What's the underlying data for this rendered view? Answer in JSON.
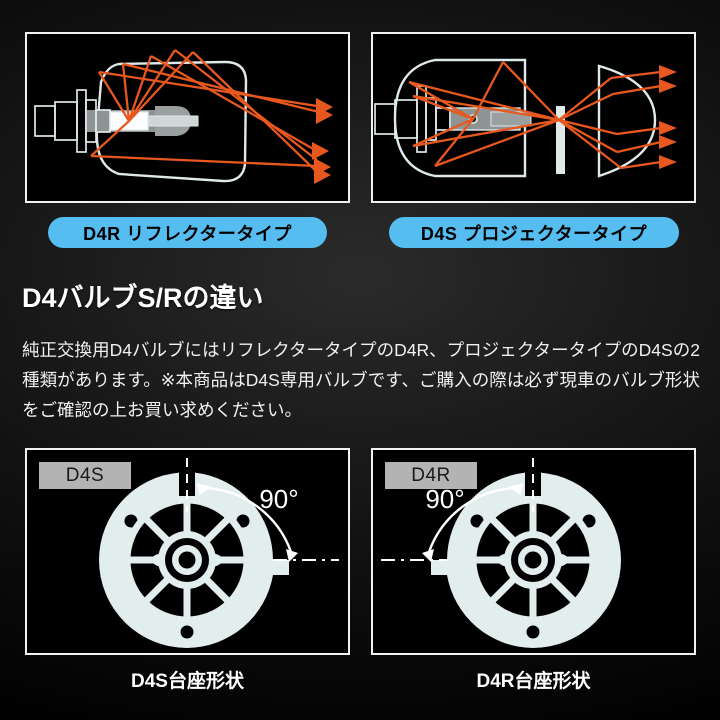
{
  "page": {
    "background_color": "#000000",
    "accent_blue": "#55bdf0",
    "beam_orange": "#e8581e",
    "outline_white": "#e8f1f2",
    "badge_gray": "#b3b3b3"
  },
  "top_panels": [
    {
      "id": "reflector",
      "diagram_name": "d4r-reflector-headlight-diagram",
      "pill_label": "D4R リフレクタータイプ"
    },
    {
      "id": "projector",
      "diagram_name": "d4s-projector-headlight-diagram",
      "pill_label": "D4S プロジェクタータイプ"
    }
  ],
  "section": {
    "title": "D4バルブS/Rの違い",
    "body": "純正交換用D4バルブにはリフレクタータイプのD4R、プロジェクタータイプのD4Sの2種類があります。※本商品はD4S専用バルブです、ご購入の際は必ず現車のバルブ形状をご確認の上お買い求めください。"
  },
  "bottom_panels": [
    {
      "id": "d4s",
      "badge": "D4S",
      "angle_label": "90°",
      "caption": "D4S台座形状"
    },
    {
      "id": "d4r",
      "badge": "D4R",
      "angle_label": "90°",
      "caption": "D4R台座形状"
    }
  ]
}
